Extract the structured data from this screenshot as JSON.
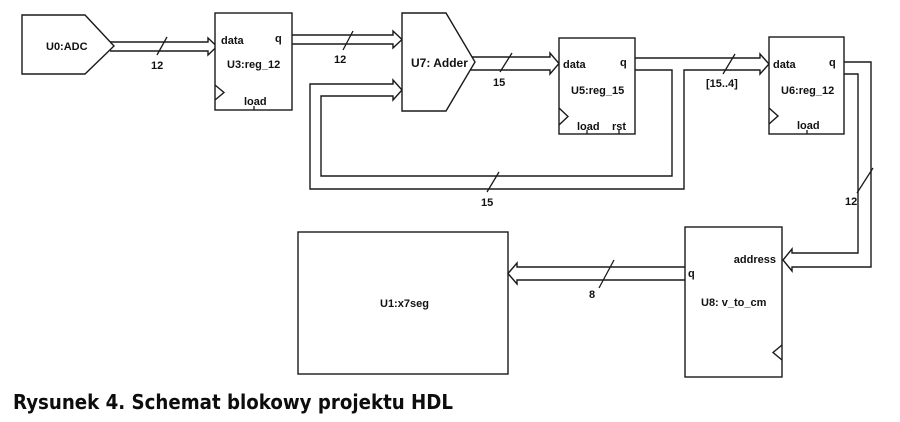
{
  "caption": "Rysunek 4. Schemat blokowy projektu HDL",
  "components": {
    "adc": {
      "label": "U0:ADC"
    },
    "reg_u3": {
      "label": "U3:reg_12",
      "ports": {
        "data": "data",
        "q": "q",
        "load": "load"
      }
    },
    "adder": {
      "label": "U7: Adder"
    },
    "reg_u5": {
      "label": "U5:reg_15",
      "ports": {
        "data": "data",
        "q": "q",
        "load": "load",
        "rst": "rst"
      }
    },
    "reg_u6": {
      "label": "U6:reg_12",
      "ports": {
        "data": "data",
        "q": "q",
        "load": "load"
      }
    },
    "rom_u8": {
      "label": "U8: v_to_cm",
      "ports": {
        "address": "address",
        "q": "q"
      }
    },
    "display_u1": {
      "label": "U1:x7seg"
    }
  },
  "buses": {
    "adc_to_u3": {
      "width": "12"
    },
    "u3_to_adder": {
      "width": "12"
    },
    "adder_to_u5": {
      "width": "15"
    },
    "feedback_u5_to_adder": {
      "width": "15"
    },
    "u5_to_u6": {
      "width": "[15..4]"
    },
    "u6_to_u8": {
      "width": "12"
    },
    "u8_to_u1": {
      "width": "8"
    }
  }
}
